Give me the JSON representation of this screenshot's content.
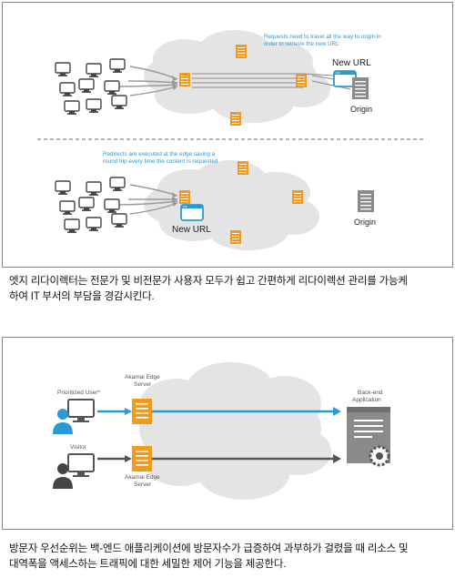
{
  "panel1": {
    "note_top_line1": "Requests need to travel all the way to origin in",
    "note_top_line2": "order to retrieve the new URL",
    "new_url_top": "New URL",
    "origin_top": "Origin",
    "note_bottom_line1": "Redirects are executed at the edge saving a",
    "note_bottom_line2": "round trip every time the content is requested",
    "new_url_bottom": "New URL",
    "origin_bottom": "Origin"
  },
  "caption1": {
    "line1": "엣지 리다이렉터는 전문가 및 비전문가 사용자 모두가 쉽고 간편하게 리다이렉션 관리를 가능케",
    "line2": "하여 IT 부서의 부담을 경감시킨다."
  },
  "panel2": {
    "prioritized_user": "Prioritized User*",
    "visitor": "Visitor",
    "edge_server_top_1": "Akamai Edge",
    "edge_server_top_2": "Server",
    "edge_server_bottom_1": "Akamai Edge",
    "edge_server_bottom_2": "Server",
    "backend_1": "Back-end",
    "backend_2": "Application"
  },
  "caption2": {
    "line1": "방문자 우선순위는 백-엔드 애플리케이션에 방문자수가 급증하여 과부하가 걸렸을 때 리소스 및",
    "line2": "대역폭을 액세스하는 트래픽에 대한 세밀한 제어 기능을 제공한다."
  },
  "colors": {
    "server_orange": "#f39a1e",
    "accent_blue": "#2a9ad6",
    "cloud_gray": "#e4e4e4",
    "origin_gray": "#8a8a8a"
  }
}
